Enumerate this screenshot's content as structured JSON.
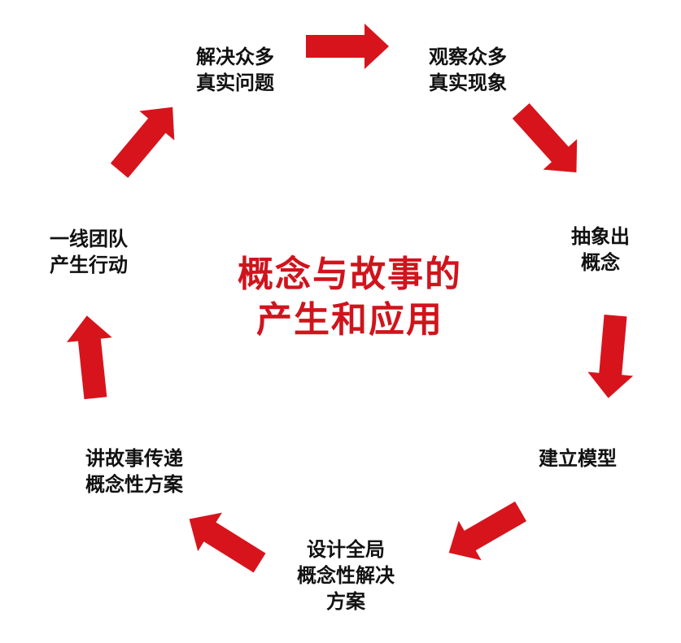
{
  "diagram": {
    "title_line1": "概念与故事的",
    "title_line2": "产生和应用",
    "colors": {
      "arrow": "#d7141c",
      "title": "#d0141c",
      "text": "#111111",
      "background": "#ffffff"
    },
    "nodes": [
      {
        "id": "solve",
        "lines": [
          "解决众多",
          "真实问题"
        ]
      },
      {
        "id": "observe",
        "lines": [
          "观察众多",
          "真实现象"
        ]
      },
      {
        "id": "abstract",
        "lines": [
          "抽象出",
          "概念"
        ]
      },
      {
        "id": "model",
        "lines": [
          "建立模型"
        ]
      },
      {
        "id": "design",
        "lines": [
          "设计全局",
          "概念性解决",
          "方案"
        ]
      },
      {
        "id": "story",
        "lines": [
          "讲故事传递",
          "概念性方案"
        ]
      },
      {
        "id": "team",
        "lines": [
          "一线团队",
          "产生行动"
        ]
      }
    ]
  }
}
